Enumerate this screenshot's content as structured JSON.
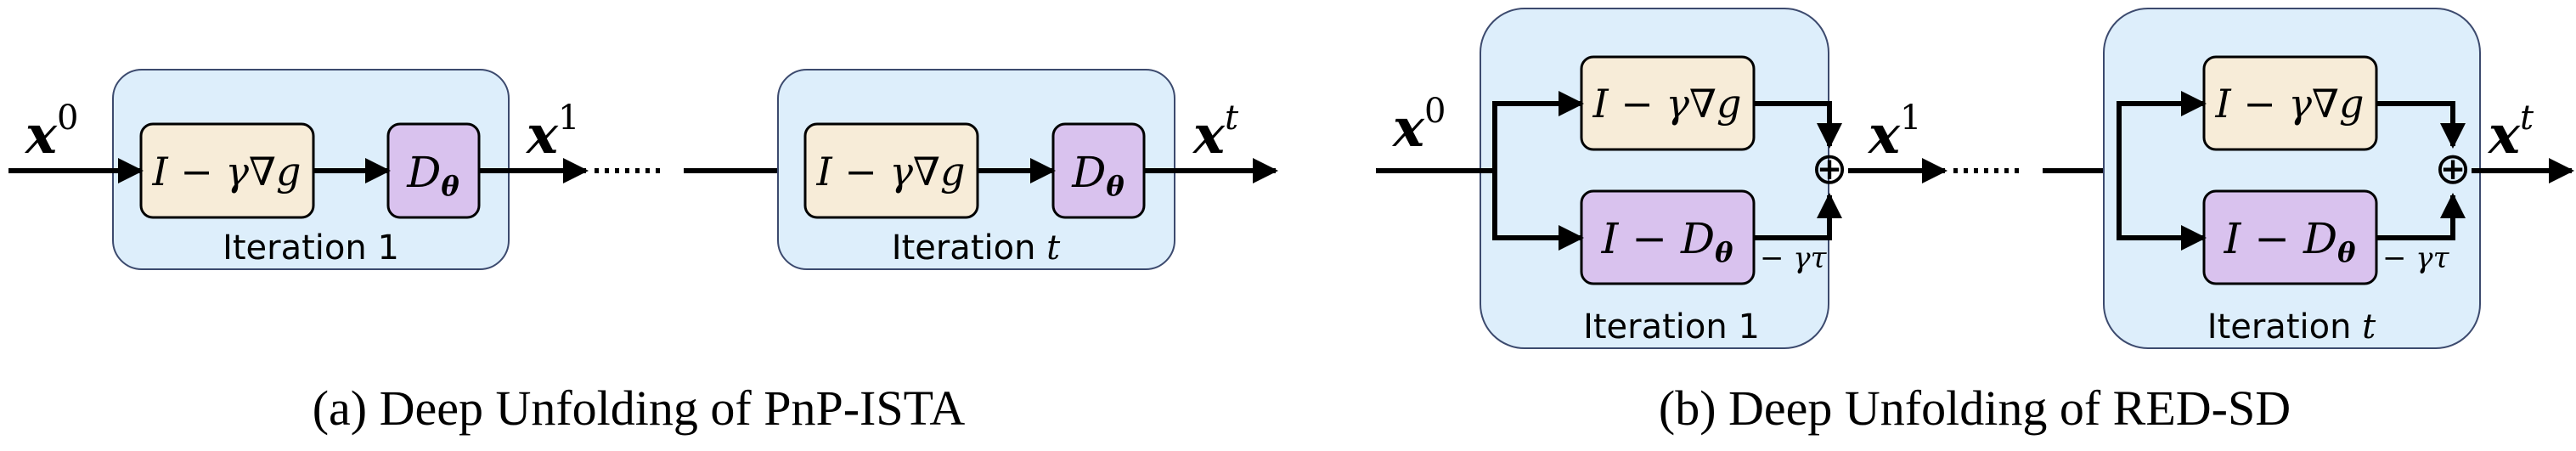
{
  "colors": {
    "iteration_fill": "#ddeefb",
    "iteration_stroke": "#3c4a6e",
    "grad_fill": "#f7ecd8",
    "denoiser_fill": "#d9c2ee",
    "arrow": "#000000"
  },
  "panel_a": {
    "caption": "(a) Deep Unfolding of PnP-ISTA",
    "input_base": "x",
    "input_sup": "0",
    "mid_base": "x",
    "mid_sup": "1",
    "output_base": "x",
    "output_sup": "t",
    "block1": {
      "label_prefix": "Iteration ",
      "label_index": "1",
      "grad": "I − γ∇g",
      "denoiser_base": "D",
      "denoiser_sub": "θ"
    },
    "block2": {
      "label_prefix": "Iteration ",
      "label_index": "t",
      "grad": "I − γ∇g",
      "denoiser_base": "D",
      "denoiser_sub": "θ"
    }
  },
  "panel_b": {
    "caption": "(b) Deep Unfolding of RED-SD",
    "input_base": "x",
    "input_sup": "0",
    "mid_base": "x",
    "mid_sup": "1",
    "output_base": "x",
    "output_sup": "t",
    "block1": {
      "label_prefix": "Iteration ",
      "label_index": "1",
      "grad": "I − γ∇g",
      "residual_prefix": "I − D",
      "residual_sub": "θ",
      "weight": "− γτ",
      "sum": "⊕"
    },
    "block2": {
      "label_prefix": "Iteration ",
      "label_index": "t",
      "grad": "I − γ∇g",
      "residual_prefix": "I − D",
      "residual_sub": "θ",
      "weight": "− γτ",
      "sum": "⊕"
    }
  }
}
